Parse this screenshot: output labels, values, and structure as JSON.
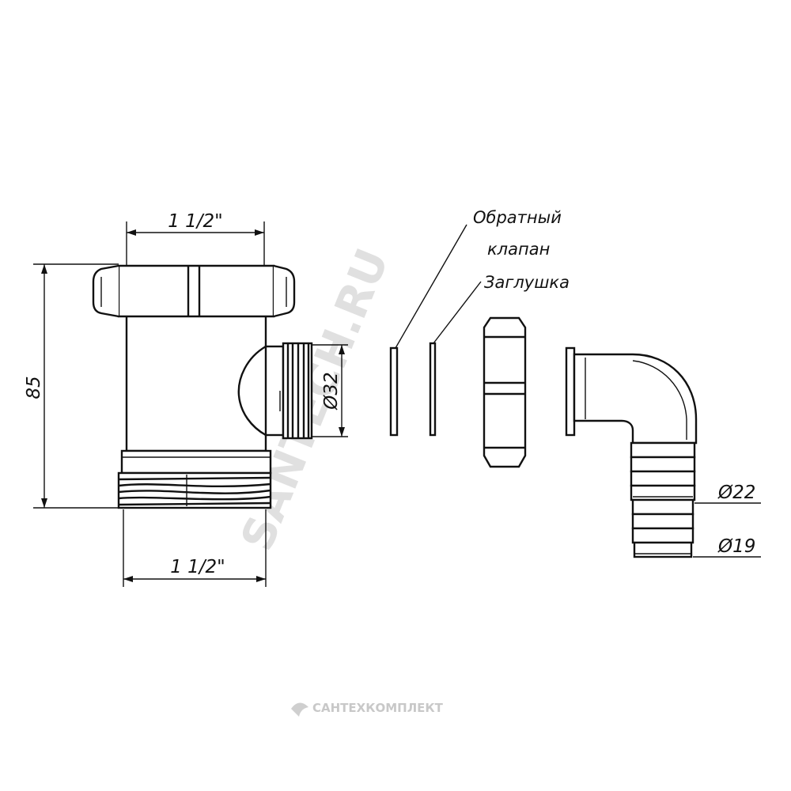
{
  "dimensions": {
    "top_width": "1 1/2\"",
    "bottom_width": "1 1/2\"",
    "height": "85",
    "side_outlet": "Ø32",
    "hose_outer": "Ø22",
    "hose_inner": "Ø19"
  },
  "labels": {
    "check_valve_line1": "Обратный",
    "check_valve_line2": "клапан",
    "plug": "Заглушка"
  },
  "watermarks": {
    "diagonal": "SANTECH.RU",
    "footer": "САНТЕХКОМПЛЕКТ"
  }
}
